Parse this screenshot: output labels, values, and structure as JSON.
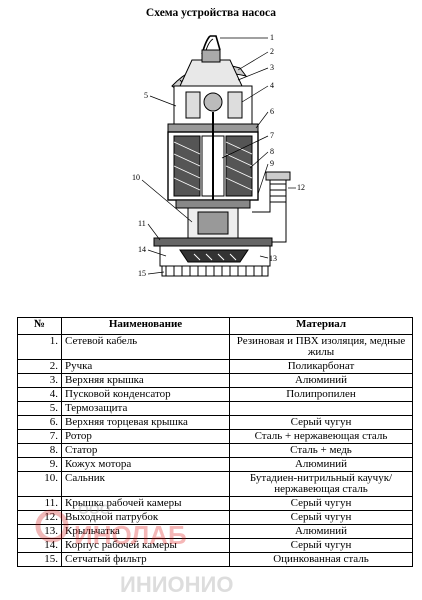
{
  "title": "Схема устройства насоса",
  "diagram": {
    "callouts": [
      "1",
      "2",
      "3",
      "4",
      "5",
      "6",
      "7",
      "8",
      "9",
      "10",
      "11",
      "12",
      "13",
      "14",
      "15"
    ]
  },
  "table": {
    "headers": {
      "num": "№",
      "name": "Наименование",
      "material": "Материал"
    },
    "rows": [
      {
        "num": "1.",
        "name": "Сетевой кабель",
        "material": "Резиновая и ПВХ изоляция, медные жилы"
      },
      {
        "num": "2.",
        "name": "Ручка",
        "material": "Поликарбонат"
      },
      {
        "num": "3.",
        "name": "Верхняя крышка",
        "material": "Алюминий"
      },
      {
        "num": "4.",
        "name": "Пусковой конденсатор",
        "material": "Полипропилен"
      },
      {
        "num": "5.",
        "name": "Термозащита",
        "material": ""
      },
      {
        "num": "6.",
        "name": "Верхняя торцевая крышка",
        "material": "Серый чугун"
      },
      {
        "num": "7.",
        "name": "Ротор",
        "material": "Сталь + нержавеющая сталь"
      },
      {
        "num": "8.",
        "name": "Статор",
        "material": "Сталь + медь"
      },
      {
        "num": "9.",
        "name": "Кожух мотора",
        "material": "Алюминий"
      },
      {
        "num": "10.",
        "name": "Сальник",
        "material": "Бутадиен-нитрильный каучук/нержавеющая сталь"
      },
      {
        "num": "11.",
        "name": "Крышка рабочей камеры",
        "material": "Серый чугун"
      },
      {
        "num": "12.",
        "name": "Выходной патрубок",
        "material": "Серый чугун"
      },
      {
        "num": "13.",
        "name": "Крыльчатка",
        "material": "Алюминий"
      },
      {
        "num": "14.",
        "name": "Корпус рабочей камеры",
        "material": "Серый чугун"
      },
      {
        "num": "15.",
        "name": "Сетчатый фильтр",
        "material": "Оцинкованная сталь"
      }
    ]
  },
  "watermark": {
    "brand_top": "ООО",
    "brand_name": "ИНОЛАБ",
    "brand_bottom": "ИНИОНИО"
  }
}
